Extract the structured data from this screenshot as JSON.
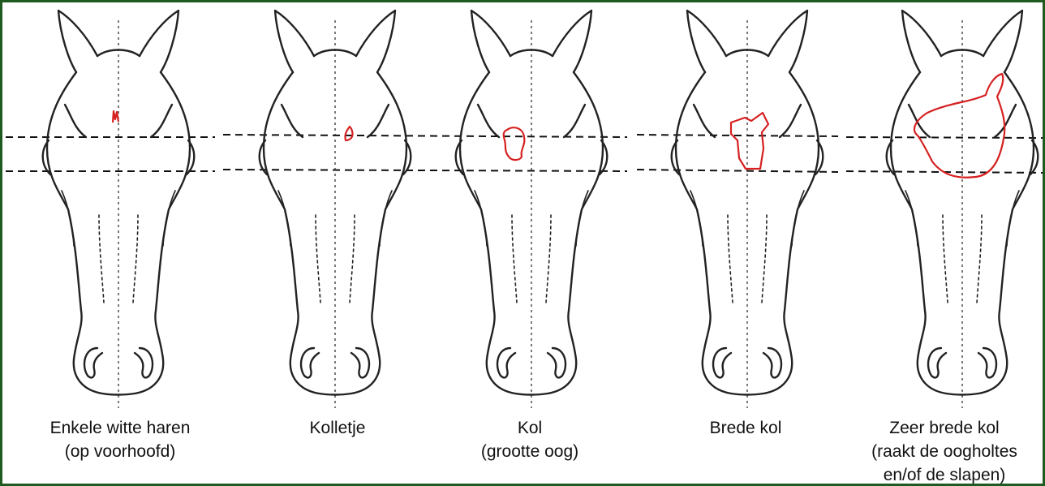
{
  "colors": {
    "frame": "#1f5a1f",
    "outline": "#222222",
    "marking": "#d62020",
    "guide": "#111111"
  },
  "panels": [
    {
      "lines": [
        "Enkele witte haren",
        "(op voorhoofd)"
      ]
    },
    {
      "lines": [
        "Kolletje"
      ]
    },
    {
      "lines": [
        "Kol",
        "(grootte oog)"
      ]
    },
    {
      "lines": [
        "Brede kol"
      ]
    },
    {
      "lines": [
        "Zeer brede kol",
        "(raakt de oogholtes",
        "en/of de slapen)"
      ]
    }
  ]
}
